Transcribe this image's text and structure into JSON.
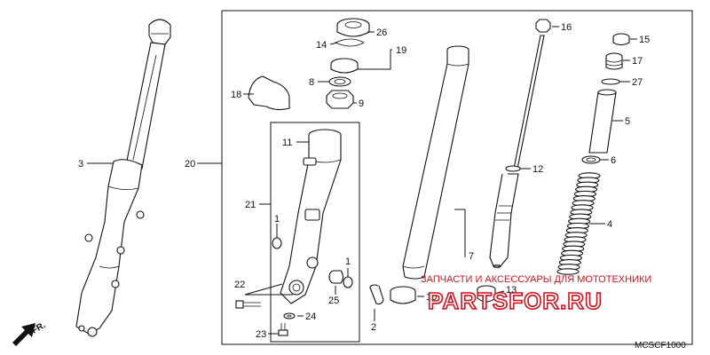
{
  "diagram": {
    "code": "MCSCF1000",
    "direction_label": "FR.",
    "callouts": [
      "1",
      "1",
      "2",
      "3",
      "4",
      "5",
      "6",
      "7",
      "8",
      "9",
      "10",
      "11",
      "12",
      "13",
      "14",
      "15",
      "16",
      "17",
      "18",
      "19",
      "20",
      "21",
      "22",
      "23",
      "24",
      "25",
      "26",
      "27"
    ]
  },
  "watermark": {
    "tagline": "ЗАПЧАСТИ И АКСЕССУАРЫ ДЛЯ МОТОТЕХНИКИ",
    "brand": "PARTSFOR.RU"
  },
  "colors": {
    "line": "#111111",
    "watermark": "#c8141e"
  }
}
